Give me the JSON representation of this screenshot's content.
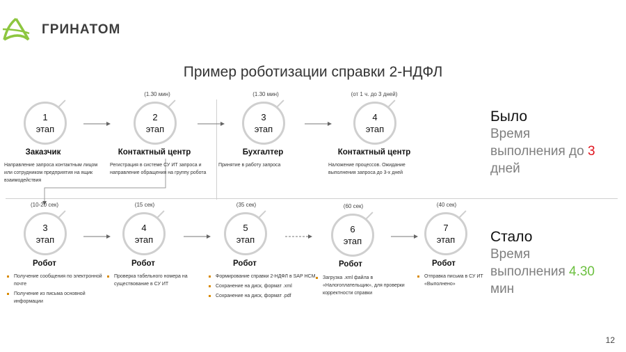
{
  "logo": {
    "text": "ГРИНАТОМ"
  },
  "title": "Пример роботизации справки 2-НДФЛ",
  "stage_word": "этап",
  "before_steps": [
    {
      "num": "1",
      "time": "",
      "role": "Заказчик",
      "desc": "Направление запроса контактным лицом или сотрудником предприятия на ящик взаимодействия"
    },
    {
      "num": "2",
      "time": "(1.30 мин)",
      "role": "Контактный центр",
      "desc": "Регистрация в системе СУ ИТ запроса и направление обращения на группу робота"
    },
    {
      "num": "3",
      "time": "(1.30 мин)",
      "role": "Бухгалтер",
      "desc": "Принятие в работу запроса"
    },
    {
      "num": "4",
      "time": "(от 1 ч. до 3 дней)",
      "role": "Контактный центр",
      "desc": "Наложение процессов. Ожидание выполнения запроса до 3-х дней"
    }
  ],
  "after_steps": [
    {
      "num": "3",
      "time": "(10-20 сек)",
      "role": "Робот",
      "bullets": [
        "Получение сообщения по электронной почте",
        "Получение из письма основной информации"
      ]
    },
    {
      "num": "4",
      "time": "(15 сек)",
      "role": "Робот",
      "bullets": [
        "Проверка табельного номера на существование в СУ ИТ"
      ]
    },
    {
      "num": "5",
      "time": "(35 сек)",
      "role": "Робот",
      "bullets": [
        "Формирование справки 2-НДФЛ в SAP HCM",
        "Сохранение на диск, формат .xml",
        "Сохранение на диск, формат .pdf"
      ]
    },
    {
      "num": "6",
      "time": "(60 сек)",
      "role": "Робот",
      "bullets": [
        "Загрузка .xml файла в «Налогоплательщик», для проверки корректности справки"
      ]
    },
    {
      "num": "7",
      "time": "(40 сек)",
      "role": "Робот",
      "bullets": [
        "Отправка письма в СУ ИТ «Выполнено»"
      ]
    }
  ],
  "before_summary": {
    "heading": "Было",
    "line1": "Время",
    "line2_prefix": "выполнения до ",
    "value": "3",
    "line3": "дней"
  },
  "after_summary": {
    "heading": "Стало",
    "line1": "Время",
    "line2_prefix": "выполнения ",
    "value": "4.30",
    "line3": "мин"
  },
  "page_number": "12",
  "colors": {
    "accent_red": "#e0141e",
    "accent_green": "#6cc040",
    "logo_green": "#8dc63f",
    "bullet_orange": "#d98b00"
  }
}
